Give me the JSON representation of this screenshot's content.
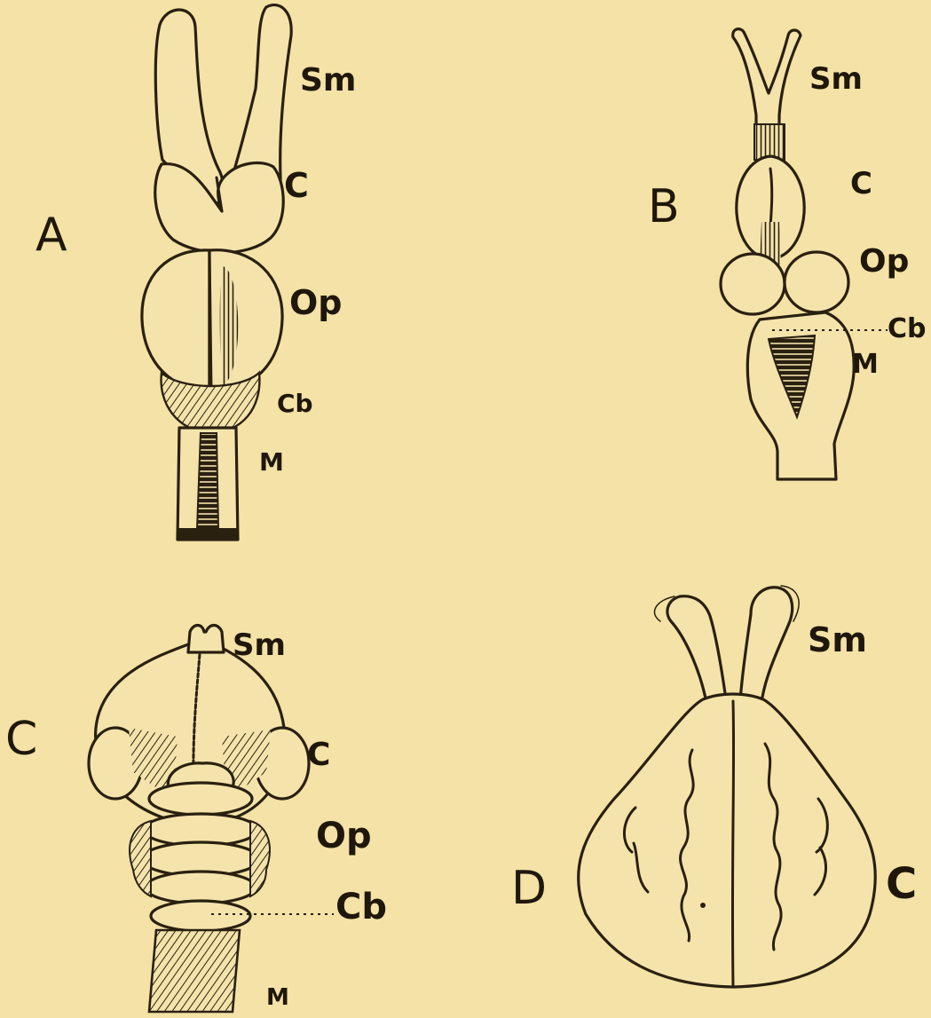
{
  "panels": {
    "A": {
      "panel_label": "A",
      "labels": {
        "sm": "Sm",
        "c": "C",
        "op": "Op",
        "cb": "Cb",
        "m": "M"
      }
    },
    "B": {
      "panel_label": "B",
      "labels": {
        "sm": "Sm",
        "c": "C",
        "op": "Op",
        "cb": "Cb",
        "m": "M"
      }
    },
    "C": {
      "panel_label": "C",
      "labels": {
        "sm": "Sm",
        "c": "C",
        "op": "Op",
        "cb": "Cb",
        "m": "M"
      }
    },
    "D": {
      "panel_label": "D",
      "labels": {
        "sm": "Sm",
        "c": "C"
      }
    }
  },
  "colors": {
    "paper": "#f4e2a6",
    "ink": "#2a2010"
  }
}
